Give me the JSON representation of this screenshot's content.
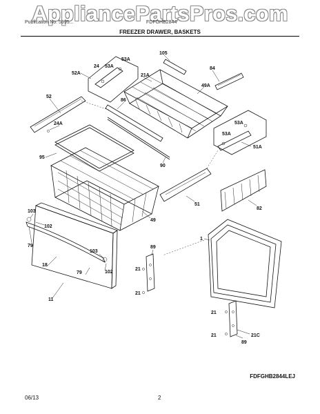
{
  "watermark": "AppliancePartsPros.com",
  "header": {
    "left": "Publication No. 5995...",
    "right": "FDFGHB2844"
  },
  "section_title": "FREEZER DRAWER, BASKETS",
  "model_code": "FDFGHB2844LEJ",
  "footer": {
    "date": "06/13",
    "page": "2"
  },
  "labels": {
    "l105": "105",
    "l84": "84",
    "l53a_1": "53A",
    "l24_1": "24",
    "l53a_2": "53A",
    "l52a": "52A",
    "l21a": "21A",
    "l49a": "49A",
    "l52": "52",
    "l86": "86",
    "l24a": "24A",
    "l53a_3": "53A",
    "l53a_4": "53A",
    "l51a": "51A",
    "l95": "95",
    "l90": "90",
    "l51": "51",
    "l82": "82",
    "l103_1": "103",
    "l102_1": "102",
    "l49": "49",
    "l79_1": "79",
    "l89_1": "89",
    "l1": "1",
    "l103_2": "103",
    "l18": "18",
    "l79_2": "79",
    "l102_2": "102",
    "l21_1": "21",
    "l21_2": "21",
    "l11": "11",
    "l21_3": "21",
    "l21_4": "21",
    "l21c": "21C",
    "l89_2": "89"
  }
}
